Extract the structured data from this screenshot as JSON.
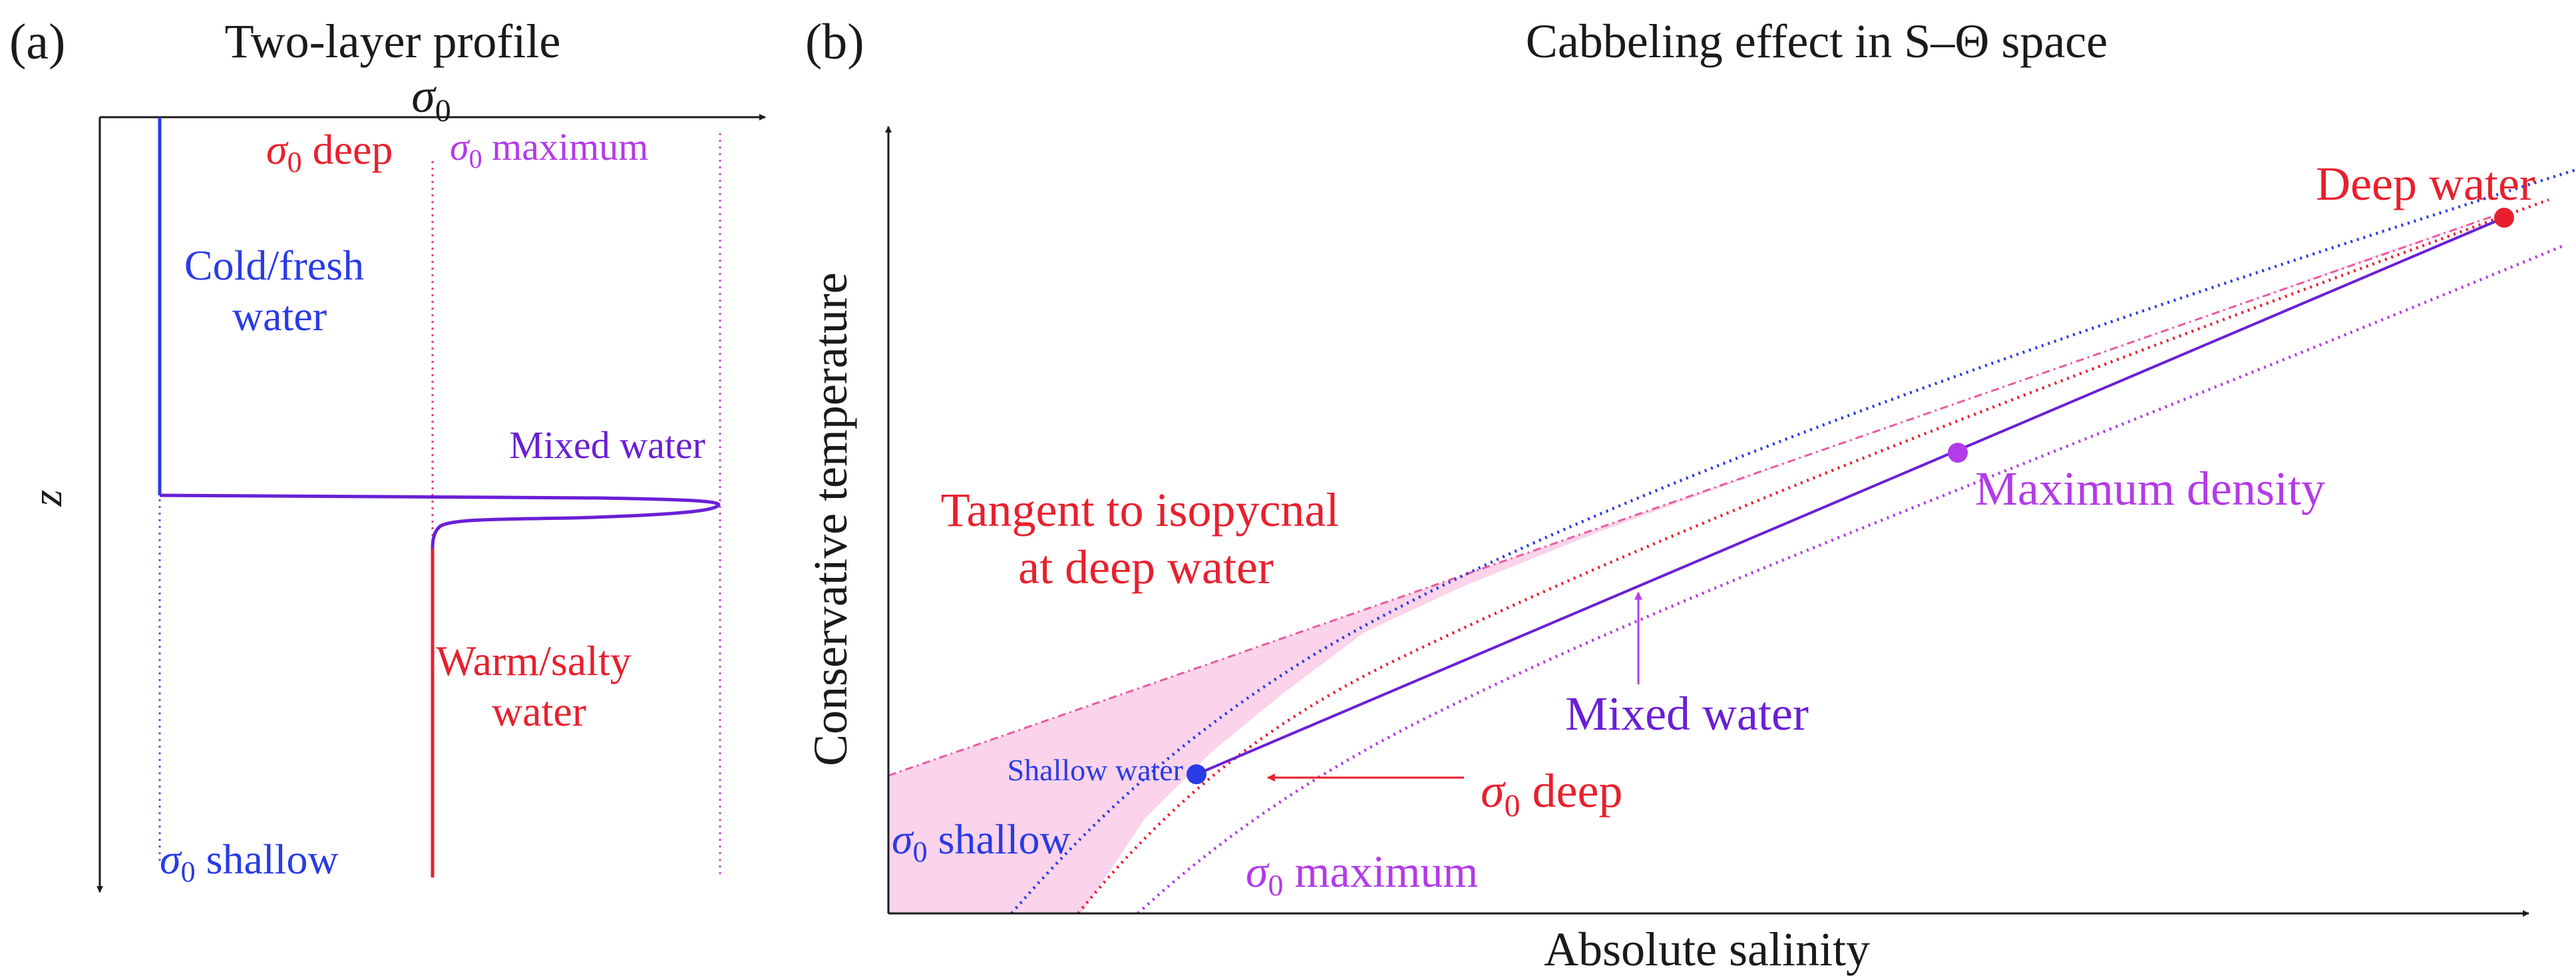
{
  "colors": {
    "black": "#1a1a1a",
    "blue": "#2a3be6",
    "red": "#e8202e",
    "purple": "#b33be8",
    "indigo": "#6a1fd6",
    "pink_fill": "#fbd3ea",
    "pink_line": "#ea5aa0"
  },
  "panel_a": {
    "label": "(a)",
    "title": "Two-layer profile",
    "x_axis_label": "σ",
    "x_axis_label_sub": "0",
    "y_axis_label": "z",
    "sigma_deep": {
      "sym": "σ",
      "sub": "0",
      "text": " deep"
    },
    "sigma_max": {
      "sym": "σ",
      "sub": "0",
      "text": " maximum"
    },
    "sigma_shallow": {
      "sym": "σ",
      "sub": "0",
      "text": " shallow"
    },
    "cold_fresh_line1": "Cold/fresh",
    "cold_fresh_line2": "water",
    "mixed_water": "Mixed water",
    "warm_salty_line1": "Warm/salty",
    "warm_salty_line2": "water"
  },
  "panel_b": {
    "label": "(b)",
    "title": "Cabbeling effect in S–Θ space",
    "x_axis_label": "Absolute salinity",
    "y_axis_label": "Conservative temperature",
    "deep_water": "Deep water",
    "maximum_density": "Maximum density",
    "tangent_line1": "Tangent to isopycnal",
    "tangent_line2": "at deep water",
    "mixed_water": "Mixed water",
    "shallow_water": "Shallow water",
    "sigma_deep": {
      "sym": "σ",
      "sub": "0",
      "text": " deep"
    },
    "sigma_shallow": {
      "sym": "σ",
      "sub": "0",
      "text": " shallow"
    },
    "sigma_max": {
      "sym": "σ",
      "sub": "0",
      "text": " maximum"
    }
  }
}
